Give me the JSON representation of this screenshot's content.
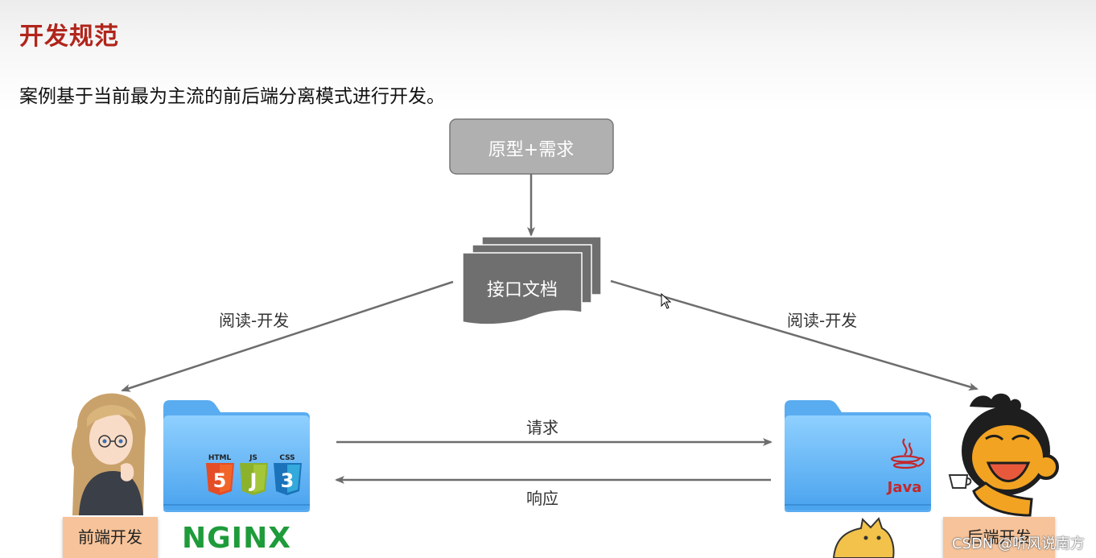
{
  "page": {
    "title": "开发规范",
    "subtitle": "案例基于当前最为主流的前后端分离模式进行开发。"
  },
  "nodes": {
    "prototype": "原型+需求",
    "api_doc": "接口文档",
    "frontend": "前端开发",
    "backend": "后端开发"
  },
  "edges": {
    "read_left": "阅读-开发",
    "read_right": "阅读-开发",
    "request": "请求",
    "response": "响应"
  },
  "logos": {
    "html": "HTML",
    "js": "JS",
    "css": "CSS",
    "html_num": "5",
    "js_letter": "J",
    "css_num": "3",
    "java": "Java",
    "nginx": "NGINX"
  },
  "watermark": "CSDN @听风说南方",
  "colors": {
    "title": "#b1251b",
    "node_fill": "#b0b0b0",
    "doc_fill": "#6f6f6f",
    "folder": "#5aacf0",
    "role_box": "#f6c39a",
    "nginx": "#1e9b3a"
  }
}
